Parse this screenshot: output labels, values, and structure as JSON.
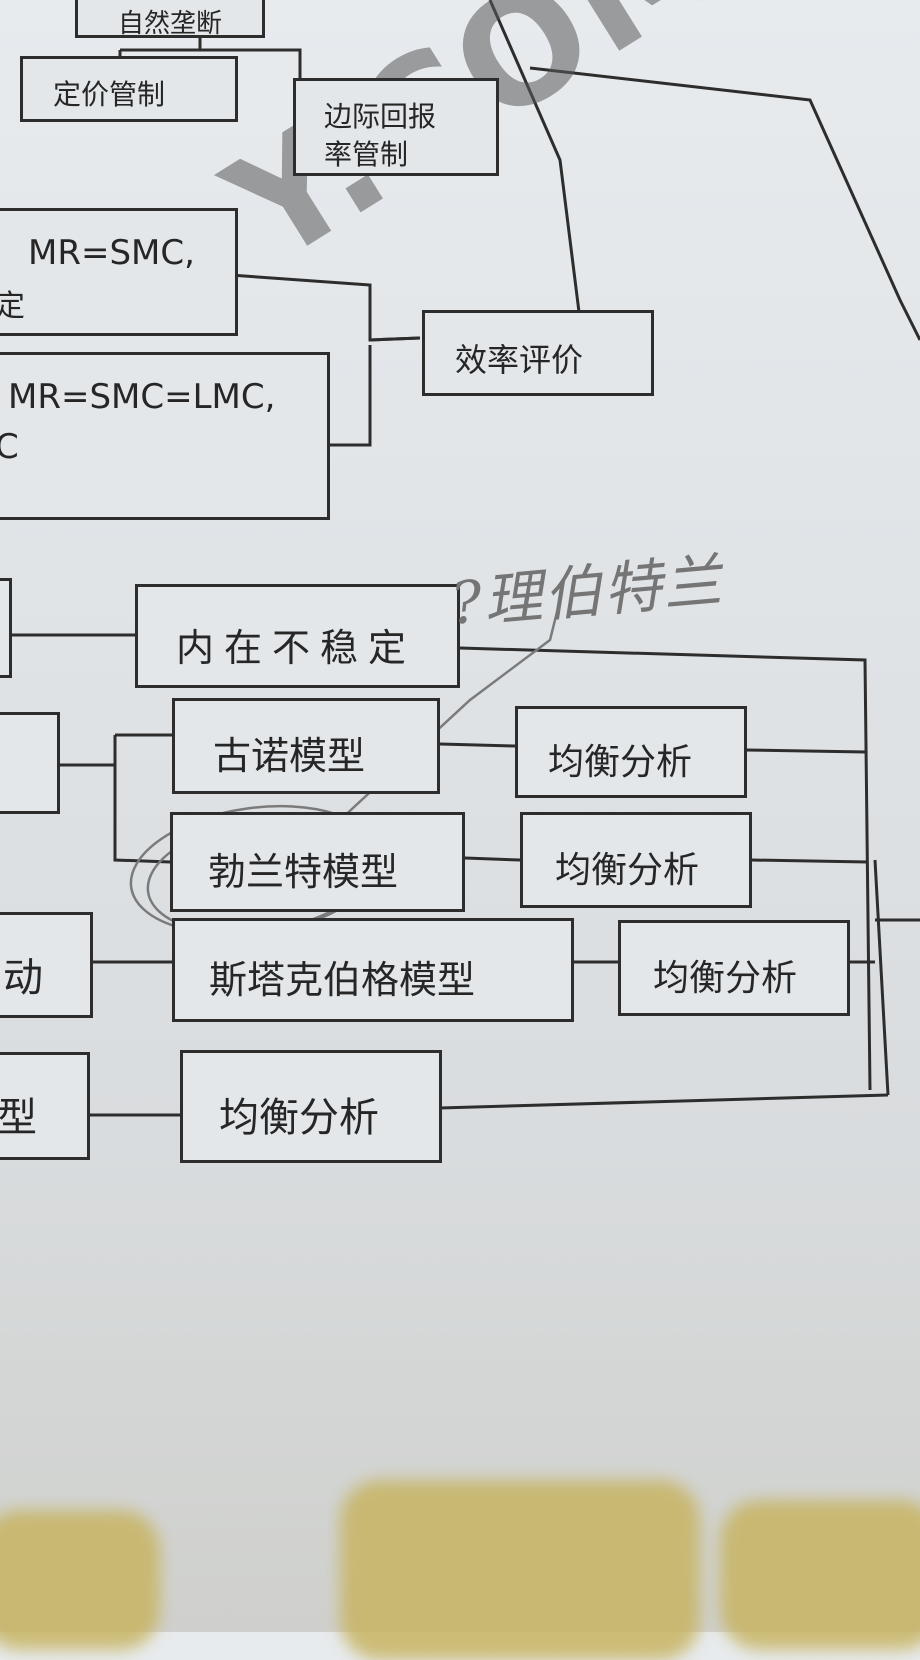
{
  "watermark": "Y.COM",
  "nodes": {
    "natural_monopoly": "自然垄断",
    "price_control": "定价管制",
    "marginal_return": "边际回报",
    "marginal_return_2": "率管制",
    "mr_smc": "MR=SMC,",
    "mr_smc_2": "定",
    "mr_smc_lmc": "MR=SMC=LMC,",
    "mr_smc_lmc_2": "C",
    "efficiency": "效率评价",
    "inherent_instability": "内在不稳定",
    "cournot": "古诺模型",
    "bertrand": "勃兰特模型",
    "stackelberg": "斯塔克伯格模型",
    "eq1": "均衡分析",
    "eq2": "均衡分析",
    "eq3": "均衡分析",
    "eq4": "均衡分析",
    "left_dong": "动",
    "left_xing": "型"
  },
  "handwriting": "?理伯特兰"
}
